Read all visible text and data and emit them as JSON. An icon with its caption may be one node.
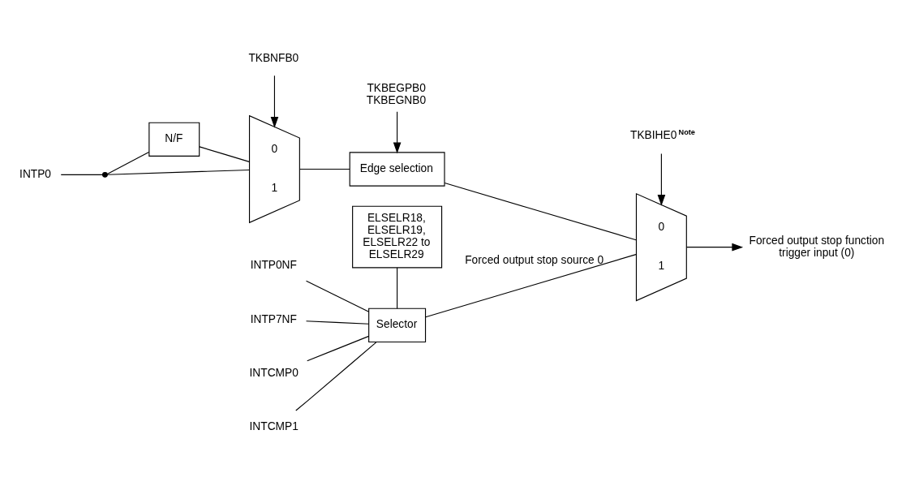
{
  "diagram": {
    "nodes": [
      {
        "text": [
          "ELSELR18, ELSELR19, ELSELR22 to ELSELR29"
        ]
      },
      {
        "text": [
          "Selector"
        ]
      },
      {
        "text": [
          "INTP0NF"
        ]
      },
      {
        "text": [
          "INTP7NF"
        ]
      },
      {
        "text": [
          "INTCMP0"
        ]
      },
      {
        "text": [
          "INTCMP1"
        ]
      },
      {
        "text": [
          "INTP0"
        ]
      },
      {
        "text": [],
        "shape": "circle"
      },
      {
        "text": [
          "N/F"
        ]
      },
      {
        "text": [
          "0",
          "1"
        ]
      },
      {
        "text": [
          "Edge selection"
        ]
      },
      {
        "text": [
          "0",
          "1"
        ]
      },
      {
        "text": [
          "TKBNFB0"
        ]
      },
      {
        "text": [
          "TKBEGPB0",
          "TKBEGNB0"
        ]
      },
      {
        "text": [
          "TKBIHE0$^{Note}$"
        ]
      },
      {
        "text": [
          "Forced output stop function trigger input (0)"
        ]
      }
    ],
    "edges": [
      {
        "from": 0,
        "to": 1,
        "arrow": "none"
      },
      {
        "from": 2,
        "to": 1,
        "arrow": "none"
      },
      {
        "from": 3,
        "to": 1,
        "arrow": "none"
      },
      {
        "from": 4,
        "to": 1,
        "arrow": "none"
      },
      {
        "from": 5,
        "to": 1,
        "arrow": "none"
      },
      {
        "from": 1,
        "to": 11,
        "arrow": "none",
        "label": "Forced output stop source 0"
      },
      {
        "from": 6,
        "to": 7,
        "arrow": "none"
      },
      {
        "from": 7,
        "to": 9,
        "arrow": "none"
      },
      {
        "from": 7,
        "to": 8,
        "arrow": "none"
      },
      {
        "from": 8,
        "to": 9,
        "arrow": "none"
      },
      {
        "from": 9,
        "to": 10,
        "arrow": "none"
      },
      {
        "from": 10,
        "to": 11,
        "arrow": "none"
      },
      {
        "from": 11,
        "to": 15,
        "arrow": "to"
      },
      {
        "from": 12,
        "to": 9,
        "arrow": "to"
      },
      {
        "from": 13,
        "to": 10,
        "arrow": "to"
      },
      {
        "from": 14,
        "to": 11,
        "arrow": "to"
      }
    ]
  }
}
